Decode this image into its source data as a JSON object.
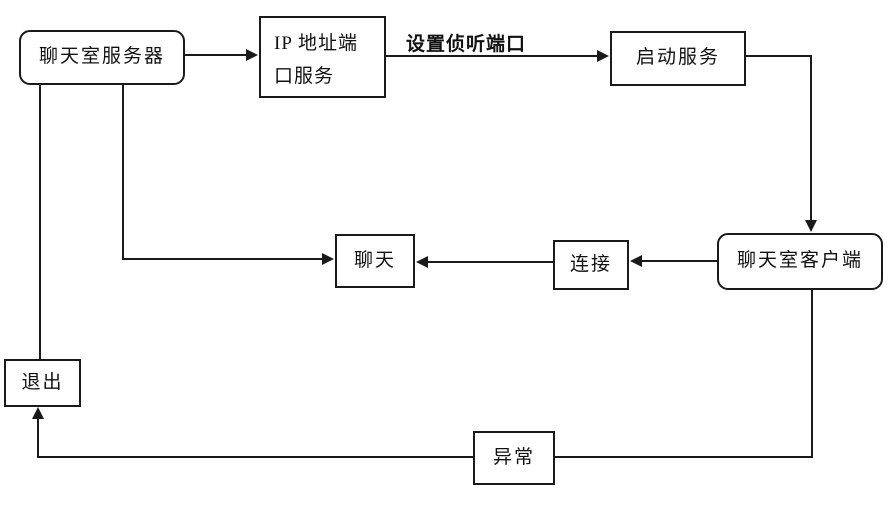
{
  "diagram": {
    "background_color": "#ffffff",
    "line_color": "#1a1a1a",
    "text_color": "#111111",
    "nodes": {
      "server": {
        "label": "聊天室服务器"
      },
      "ip_service": {
        "label": "IP 地址端口服务"
      },
      "start_service": {
        "label": "启动服务"
      },
      "client": {
        "label": "聊天室客户端"
      },
      "connect": {
        "label": "连接"
      },
      "chat": {
        "label": "聊天"
      },
      "exit": {
        "label": "退出"
      },
      "exception": {
        "label": "异常"
      }
    },
    "edge_labels": {
      "set_listen_port": "设置侦听端口"
    }
  }
}
